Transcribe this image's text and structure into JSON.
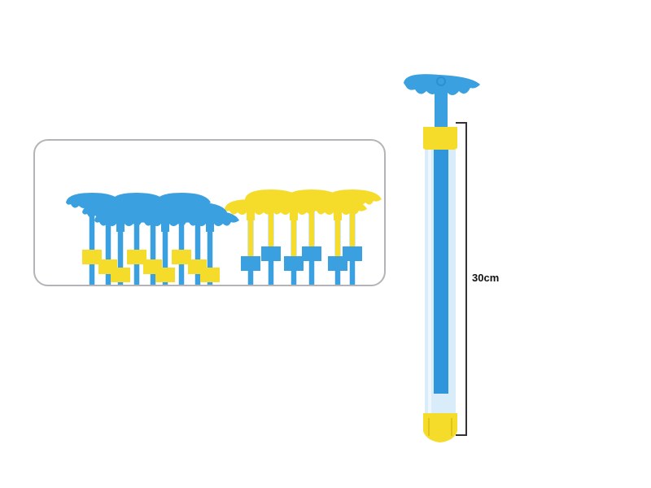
{
  "product": {
    "name": "water-pump-toy",
    "colors": {
      "blue": "#3aa0e0",
      "yellow": "#f5dc2a",
      "tube": "#d8ecfa",
      "inner_rod": "#2f96dc"
    }
  },
  "measurement": {
    "label": "30cm"
  },
  "inset": {
    "description": "assorted-colors-group",
    "variants": [
      "blue-handle-yellow-cap",
      "yellow-handle-blue-cap"
    ]
  }
}
